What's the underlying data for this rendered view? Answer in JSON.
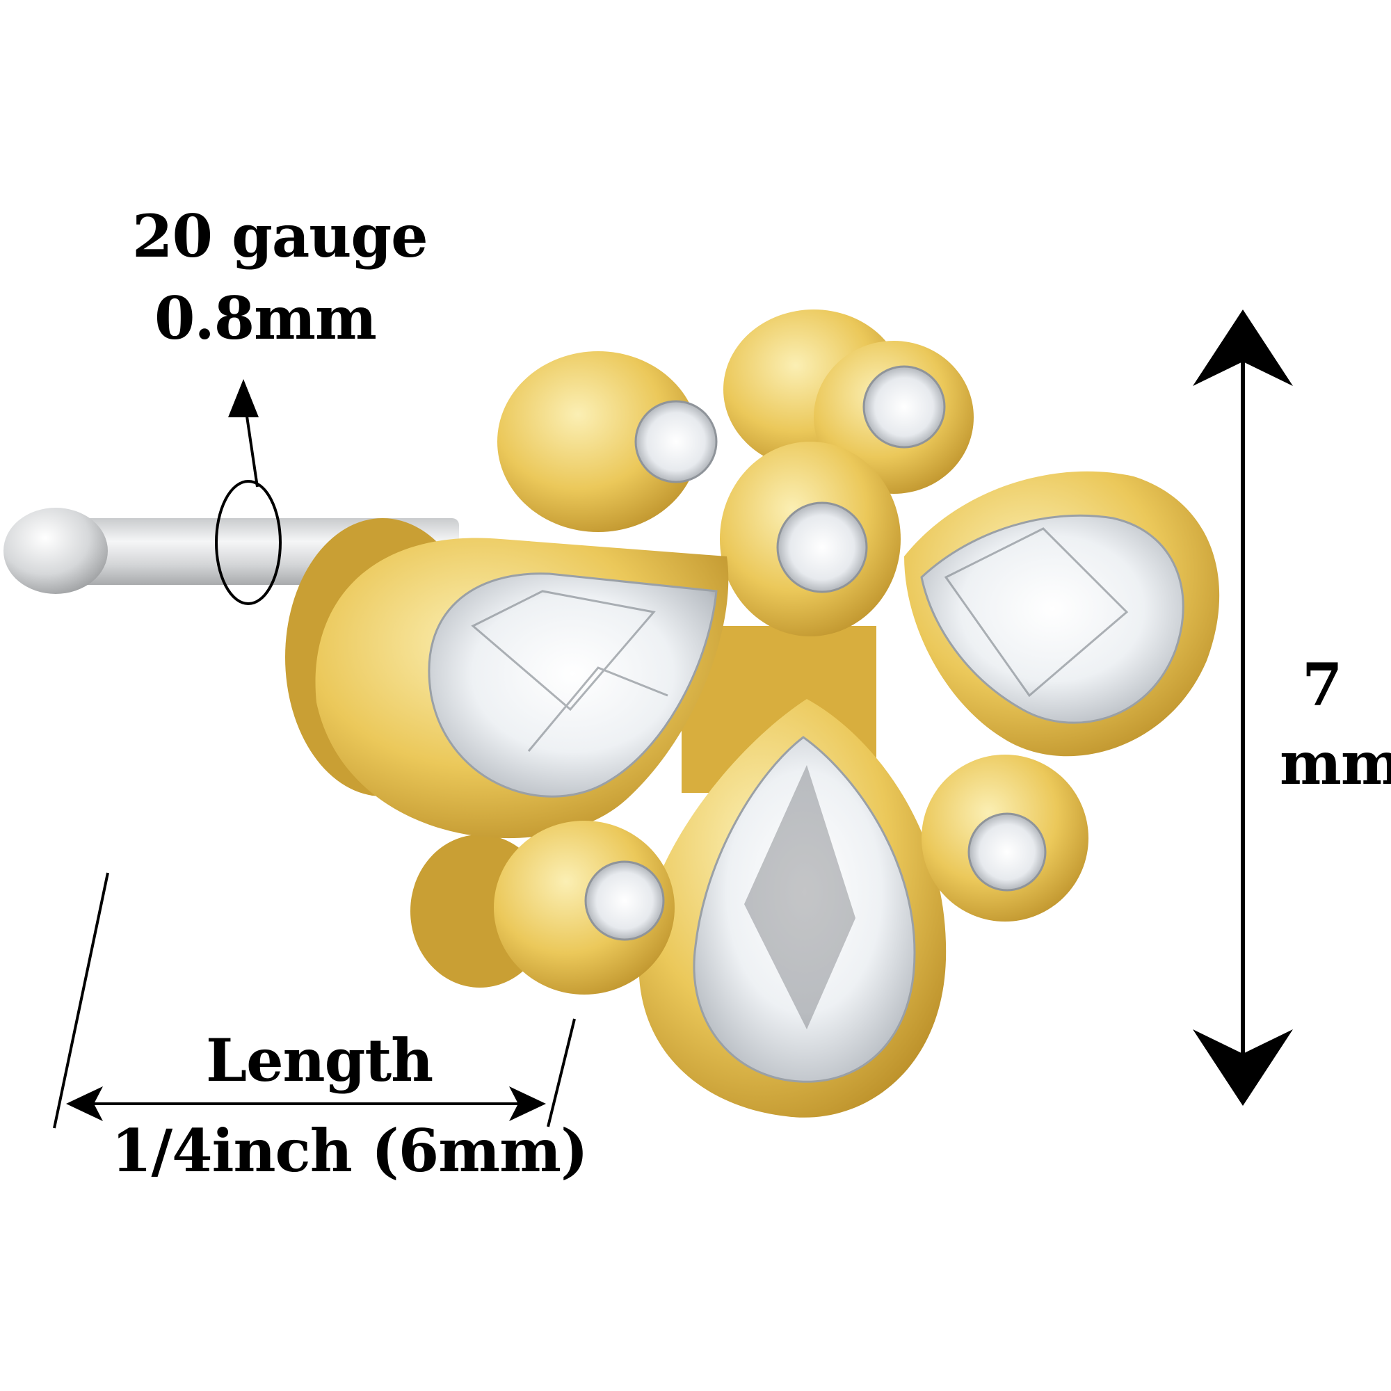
{
  "gauge": {
    "line1": "20 gauge",
    "line2": "0.8mm"
  },
  "height": {
    "value": "7",
    "unit": "mm"
  },
  "length": {
    "title": "Length",
    "value": "1/4inch (6mm)"
  },
  "colors": {
    "gold": "#e8c454",
    "gold_light": "#f7e9a4",
    "gold_dark": "#b8902a",
    "steel": "#d9dbdd",
    "stone": "#f4f6f8",
    "ink": "#000000"
  },
  "icons": {
    "up_arrow": "arrow-up-icon",
    "double_arrow": "double-arrow-icon"
  }
}
